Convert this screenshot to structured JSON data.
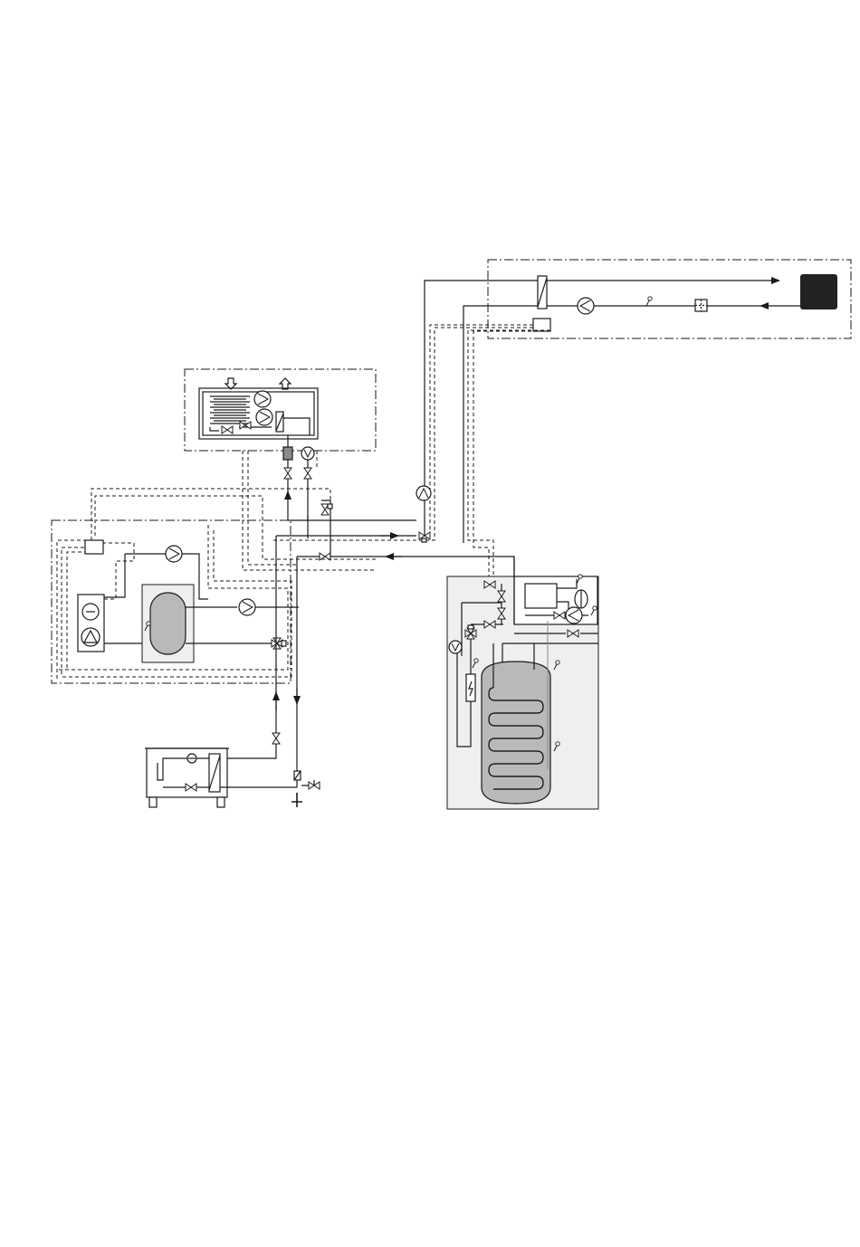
{
  "page": {
    "background": "#ffffff"
  },
  "colors": {
    "line": "#1a1a1a",
    "tank_fill": "#b9b9b9",
    "cabinet_fill": "#efefef",
    "terminal_fill": "#222222"
  },
  "diagram": {
    "type": "hydraulic schematic",
    "components": [
      {
        "id": "heat-source-outdoor-unit",
        "icon": "black-square-terminal"
      },
      {
        "id": "air-handling-unit",
        "icon": "ventilation-box"
      },
      {
        "id": "buffer-tank-module",
        "icon": "tank"
      },
      {
        "id": "indoor-module-hot-water-cylinder",
        "icon": "coil-tank"
      },
      {
        "id": "ground-source-unit",
        "icon": "cabinet"
      }
    ]
  }
}
